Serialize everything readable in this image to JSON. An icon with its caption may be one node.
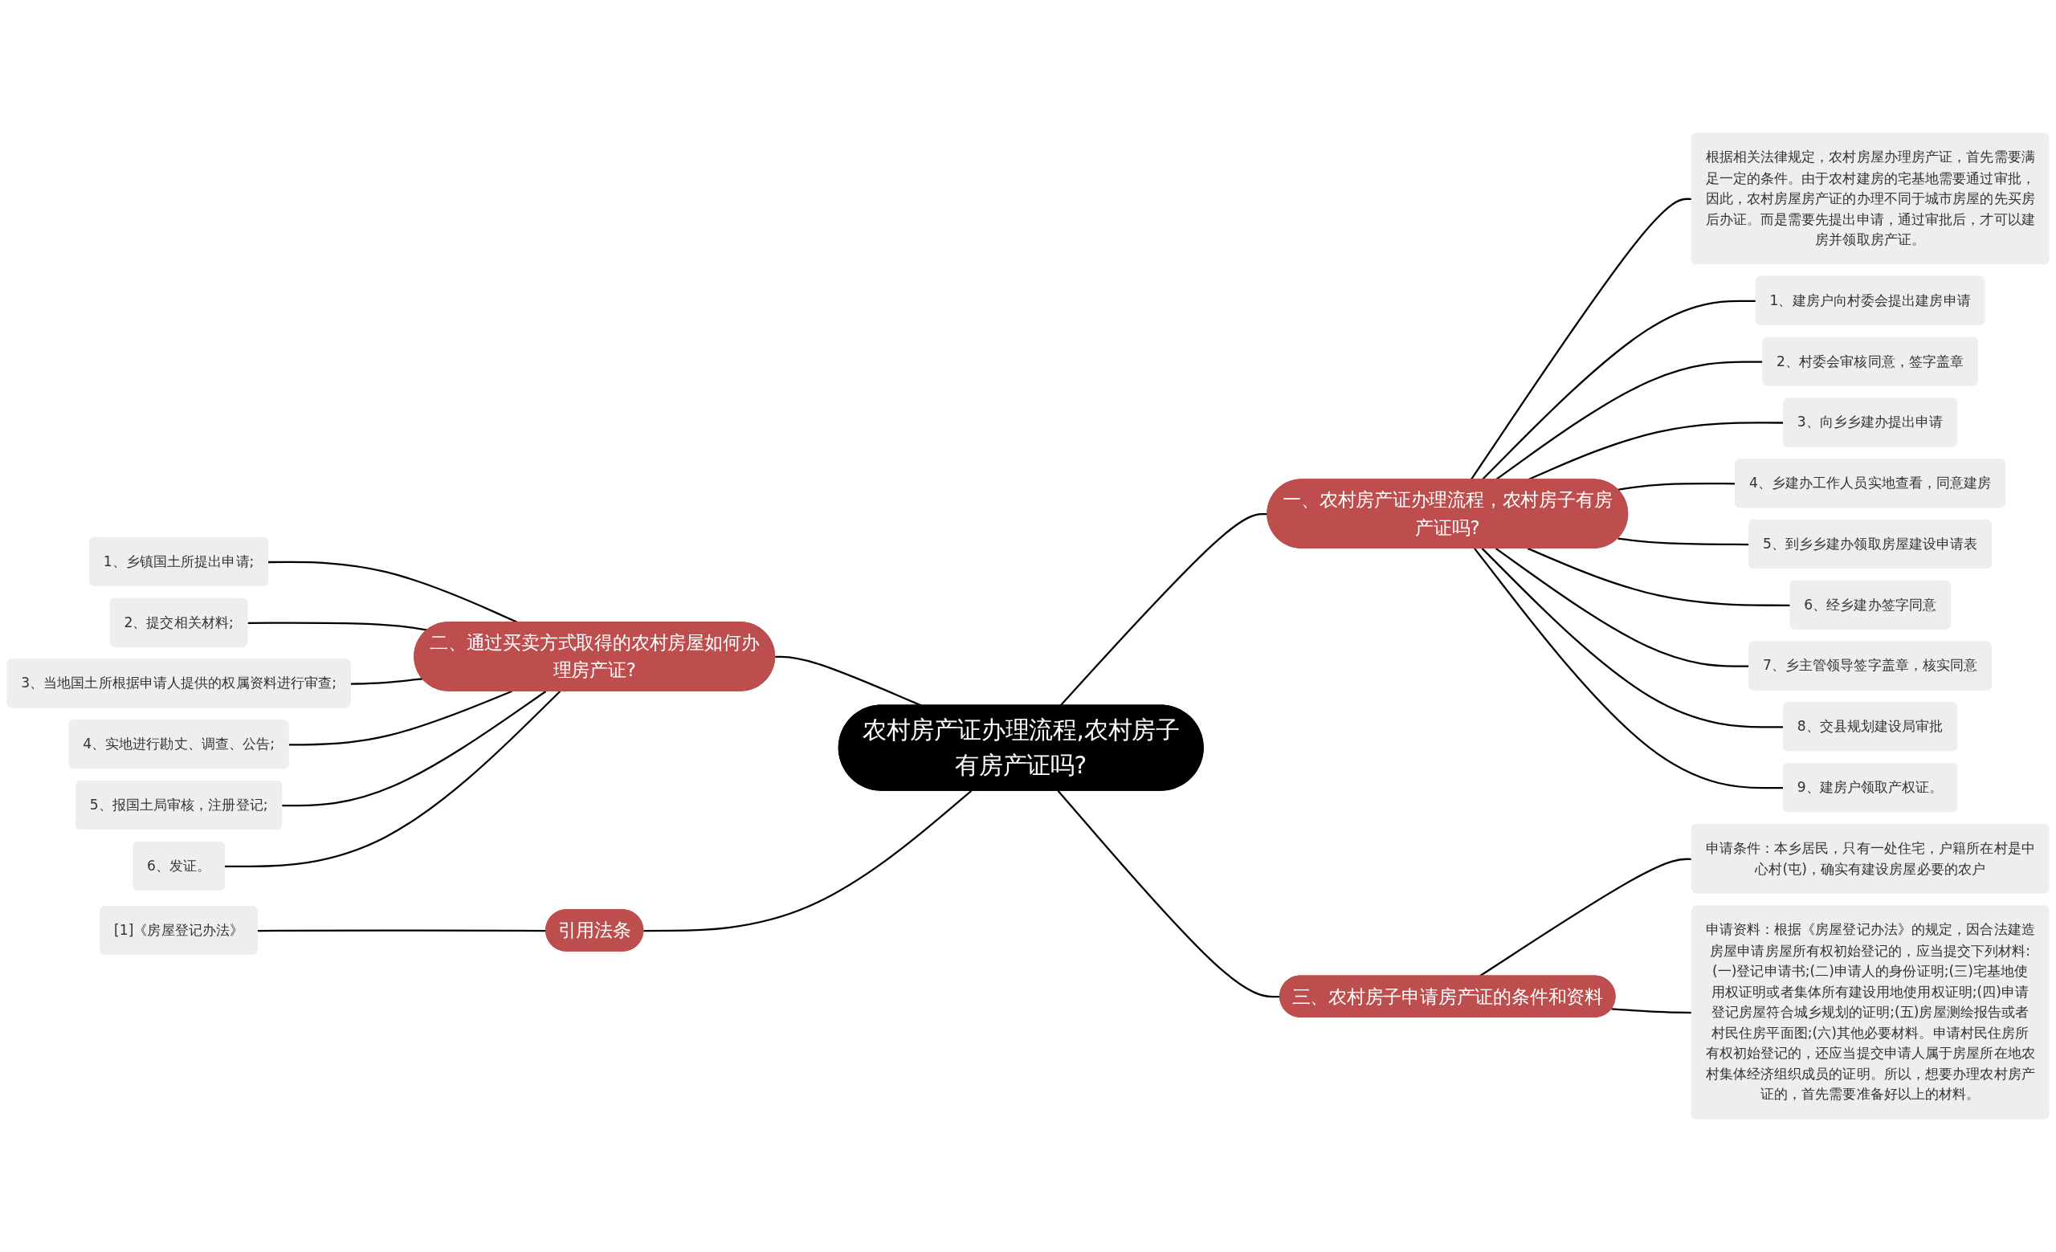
{
  "diagram": {
    "nodes": [
      {
        "text": [
          "农村房产证办理流程,农村房子有房产证吗?"
        ]
      },
      {
        "text": [
          "一、农村房产证办理流程，农村房子有房产证吗?"
        ]
      },
      {
        "text": [
          "根据相关法律规定，农村房屋办理房产证，首先需要满足一定的条件。由于农村建房的宅基地需要通过审批，因此，农村房屋房产证的办理不同于城市房屋的先买房后办证。而是需要先提出申请，通过审批后，才可以建房并领取房产证。"
        ]
      },
      {
        "text": [
          "1、建房户向村委会提出建房申请"
        ]
      },
      {
        "text": [
          "2、村委会审核同意，签字盖章"
        ]
      },
      {
        "text": [
          "3、向乡乡建办提出申请"
        ]
      },
      {
        "text": [
          "4、乡建办工作人员实地查看，同意建房"
        ]
      },
      {
        "text": [
          "5、到乡乡建办领取房屋建设申请表"
        ]
      },
      {
        "text": [
          "6、经乡建办签字同意"
        ]
      },
      {
        "text": [
          "7、乡主管领导签字盖章，核实同意"
        ]
      },
      {
        "text": [
          "8、交县规划建设局审批"
        ]
      },
      {
        "text": [
          "9、建房户领取产权证。"
        ]
      },
      {
        "text": [
          "二、通过买卖方式取得的农村房屋如何办理房产证?"
        ]
      },
      {
        "text": [
          "1、乡镇国土所提出申请;"
        ]
      },
      {
        "text": [
          "2、提交相关材料;"
        ]
      },
      {
        "text": [
          "3、当地国土所根据申请人提供的权属资料进行审查;"
        ]
      },
      {
        "text": [
          "4、实地进行勘丈、调查、公告;"
        ]
      },
      {
        "text": [
          "5、报国土局审核，注册登记;"
        ]
      },
      {
        "text": [
          "6、发证。"
        ]
      },
      {
        "text": [
          "引用法条"
        ]
      },
      {
        "text": [
          "[1]《房屋登记办法》"
        ]
      },
      {
        "text": [
          "三、农村房子申请房产证的条件和资料"
        ]
      },
      {
        "text": [
          "申请条件：本乡居民，只有一处住宅，户籍所在村是中心村(屯)，确实有建设房屋必要的农户"
        ]
      },
      {
        "text": [
          "申请资料：根据《房屋登记办法》的规定，因合法建造房屋申请房屋所有权初始登记的，应当提交下列材料:(一)登记申请书;(二)申请人的身份证明;(三)宅基地使用权证明或者集体所有建设用地使用权证明;(四)申请登记房屋符合城乡规划的证明;(五)房屋测绘报告或者村民住房平面图;(六)其他必要材料。申请村民住房所有权初始登记的，还应当提交申请人属于房屋所在地农村集体经济组织成员的证明。所以，想要办理农村房产证的，首先需要准备好以上的材料。"
        ]
      }
    ],
    "edges": [
      {
        "from": 0,
        "to": 1,
        "arrow": "none"
      },
      {
        "from": 1,
        "to": 2,
        "arrow": "none"
      },
      {
        "from": 1,
        "to": 3,
        "arrow": "none"
      },
      {
        "from": 1,
        "to": 4,
        "arrow": "none"
      },
      {
        "from": 1,
        "to": 5,
        "arrow": "none"
      },
      {
        "from": 1,
        "to": 6,
        "arrow": "none"
      },
      {
        "from": 1,
        "to": 7,
        "arrow": "none"
      },
      {
        "from": 1,
        "to": 8,
        "arrow": "none"
      },
      {
        "from": 1,
        "to": 9,
        "arrow": "none"
      },
      {
        "from": 1,
        "to": 10,
        "arrow": "none"
      },
      {
        "from": 1,
        "to": 11,
        "arrow": "none"
      },
      {
        "from": 0,
        "to": 12,
        "arrow": "none"
      },
      {
        "from": 12,
        "to": 13,
        "arrow": "none"
      },
      {
        "from": 12,
        "to": 14,
        "arrow": "none"
      },
      {
        "from": 12,
        "to": 15,
        "arrow": "none"
      },
      {
        "from": 12,
        "to": 16,
        "arrow": "none"
      },
      {
        "from": 12,
        "to": 17,
        "arrow": "none"
      },
      {
        "from": 12,
        "to": 18,
        "arrow": "none"
      },
      {
        "from": 0,
        "to": 19,
        "arrow": "none"
      },
      {
        "from": 19,
        "to": 20,
        "arrow": "none"
      },
      {
        "from": 0,
        "to": 21,
        "arrow": "none"
      },
      {
        "from": 21,
        "to": 22,
        "arrow": "none"
      },
      {
        "from": 21,
        "to": 23,
        "arrow": "none"
      }
    ]
  }
}
